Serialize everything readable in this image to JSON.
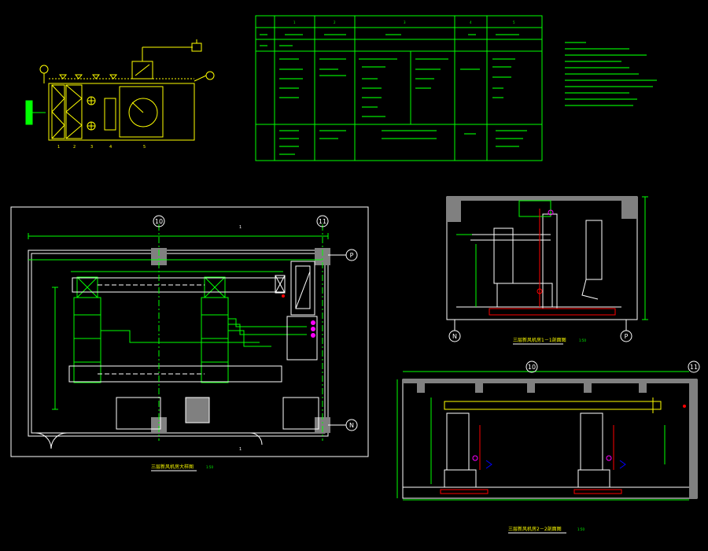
{
  "colors": {
    "background": "#000000",
    "frame": "#ffffff",
    "equipment": "#ffff00",
    "table": "#00ff00",
    "dimension": "#00ff00",
    "duct": "#00ff00",
    "fill": "#808080",
    "pipe_red": "#ff0000",
    "pipe_magenta": "#ff00ff",
    "pipe_blue": "#0000ff",
    "grid": "#ffffff"
  },
  "schematic": {
    "component_numbers": [
      "1",
      "2",
      "3",
      "4",
      "5"
    ]
  },
  "spec_table": {
    "header_numbers": [
      "1",
      "2",
      "3",
      "4",
      "5"
    ]
  },
  "grid_axes": {
    "plan_top": [
      "10",
      "11"
    ],
    "plan_right": [
      "P",
      "N"
    ],
    "section1_bottom": [
      "N",
      "P"
    ],
    "section2_top": [
      "10",
      "11"
    ]
  },
  "section_marks": {
    "plan_top": "1",
    "plan_bottom": "1"
  },
  "titles": {
    "plan": "三层新风机房大样图",
    "plan_scale": "1:50",
    "section1": "三层新风机房1－1剖面图",
    "section1_scale": "1:50",
    "section2": "三层新风机房2－2剖面图",
    "section2_scale": "1:50"
  }
}
